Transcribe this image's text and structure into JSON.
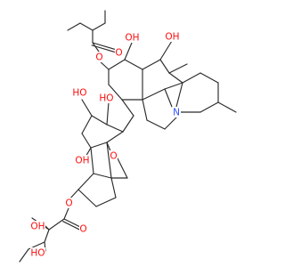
{
  "molecule": {
    "atom_labels": [
      {
        "id": "o_ester_top",
        "text": "O",
        "element": "O"
      },
      {
        "id": "o_carbonyl_top",
        "text": "O",
        "element": "O"
      },
      {
        "id": "oh_top_left",
        "text": "OH",
        "element": "O"
      },
      {
        "id": "oh_top_right",
        "text": "OH",
        "element": "O"
      },
      {
        "id": "ho_upper_left",
        "text": "HO",
        "element": "O"
      },
      {
        "id": "ho_middle",
        "text": "HO",
        "element": "O"
      },
      {
        "id": "n_ring",
        "text": "N",
        "element": "N"
      },
      {
        "id": "o_epoxide",
        "text": "O",
        "element": "O"
      },
      {
        "id": "oh_lower_left",
        "text": "OH",
        "element": "O"
      },
      {
        "id": "o_ester_bottom",
        "text": "O",
        "element": "O"
      },
      {
        "id": "o_carbonyl_bottom",
        "text": "O",
        "element": "O"
      },
      {
        "id": "oh_bottom_right",
        "text": "OH",
        "element": "O"
      },
      {
        "id": "ho_bottom_left",
        "text": "HO",
        "element": "O"
      }
    ],
    "colors": {
      "O": "#ff0d0d",
      "N": "#3050f8",
      "bond": "#2b2b2b",
      "background": "#ffffff"
    }
  }
}
